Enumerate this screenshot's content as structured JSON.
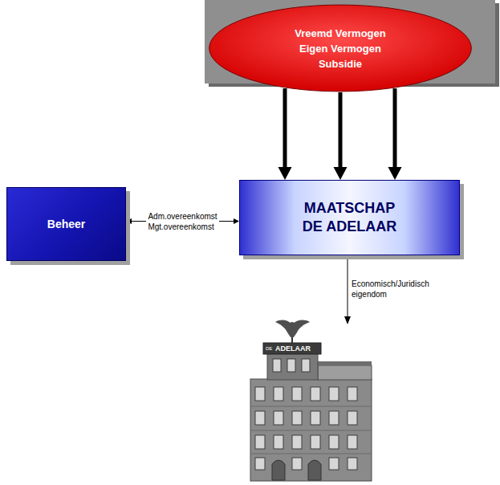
{
  "diagram": {
    "nodes": [
      {
        "text": [
          "Vreemd Vermogen",
          "Eigen Vermogen",
          "Subsidie"
        ]
      },
      {
        "text": [
          "Beheer"
        ]
      },
      {
        "text": [
          "MAATSCHAP DE ADELAAR"
        ]
      }
    ],
    "edges": [
      {
        "from": 0,
        "to": 2,
        "arrow": "to"
      },
      {
        "from": 0,
        "to": 2,
        "arrow": "to"
      },
      {
        "from": 0,
        "to": 2,
        "arrow": "to"
      },
      {
        "from": 1,
        "to": 2,
        "arrow": "both",
        "label": "Adm.overeenkomst Mgt.overeenkomst"
      }
    ],
    "labels": [
      "Economisch/Juridisch eigendom",
      "DE",
      "ADELAAR"
    ]
  }
}
